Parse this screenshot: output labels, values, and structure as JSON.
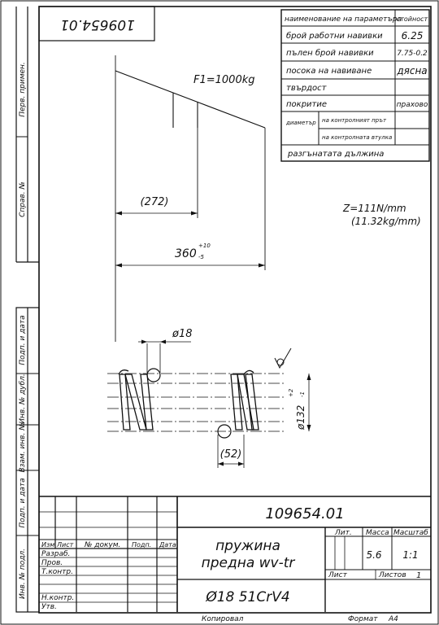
{
  "stamp_number_rotated": "109654.01",
  "params": {
    "header_name": "наименование на параметъра",
    "header_value": "стойност",
    "rows": [
      {
        "name": "брой работни навивки",
        "value": "6.25"
      },
      {
        "name": "пълен брой навивки",
        "value": "7.75-0.2"
      },
      {
        "name": "посока на навиване",
        "value": "дясна"
      },
      {
        "name": "твърдост",
        "value": ""
      },
      {
        "name": "покритие",
        "value": "прахово"
      }
    ],
    "diameter_label": "диаметър",
    "diameter_sub1": "на контролният прът",
    "diameter_sub2": "на контролната втулка",
    "developed_length": "разгънатата дължина"
  },
  "drawing": {
    "force": "F1=1000kg",
    "dim_272": "(272)",
    "dim_360": "360",
    "dim_360_sup": "+10",
    "dim_360_sub": "-5",
    "dim_d18": "ø18",
    "dim_d132": "ø132",
    "dim_d132_sup": "+2",
    "dim_d132_sub": "-1",
    "dim_52": "(52)",
    "rate_line1": "Z=111N/mm",
    "rate_line2": "(11.32kg/mm)"
  },
  "side_labels": [
    "Перв. примен.",
    "Справ. №",
    "Подп. и дата",
    "Инв. № дубл.",
    "Взам. инв. №",
    "Подп. и дата",
    "Инв. № подл."
  ],
  "title_block": {
    "doc_number": "109654.01",
    "col_izm": "Изм",
    "col_list": "Лист",
    "col_doc": "№ докум.",
    "col_podp": "Подп.",
    "col_data": "Дата",
    "role_razrab": "Разраб.",
    "role_prov": "Пров.",
    "role_tkontr": "Т.контр.",
    "role_nkontr": "Н.контр.",
    "role_utv": "Утв.",
    "name_line1": "пружина",
    "name_line2": "предна wv-tr",
    "material": "Ø18 51CrV4",
    "hdr_lit": "Лит.",
    "hdr_massa": "Масса",
    "hdr_masshtab": "Масштаб",
    "massa": "5.6",
    "masshtab": "1:1",
    "hdr_list": "Лист",
    "hdr_listov": "Листов",
    "listov": "1",
    "kopiroval": "Копировал",
    "format_label": "Формат",
    "format_value": "A4"
  }
}
